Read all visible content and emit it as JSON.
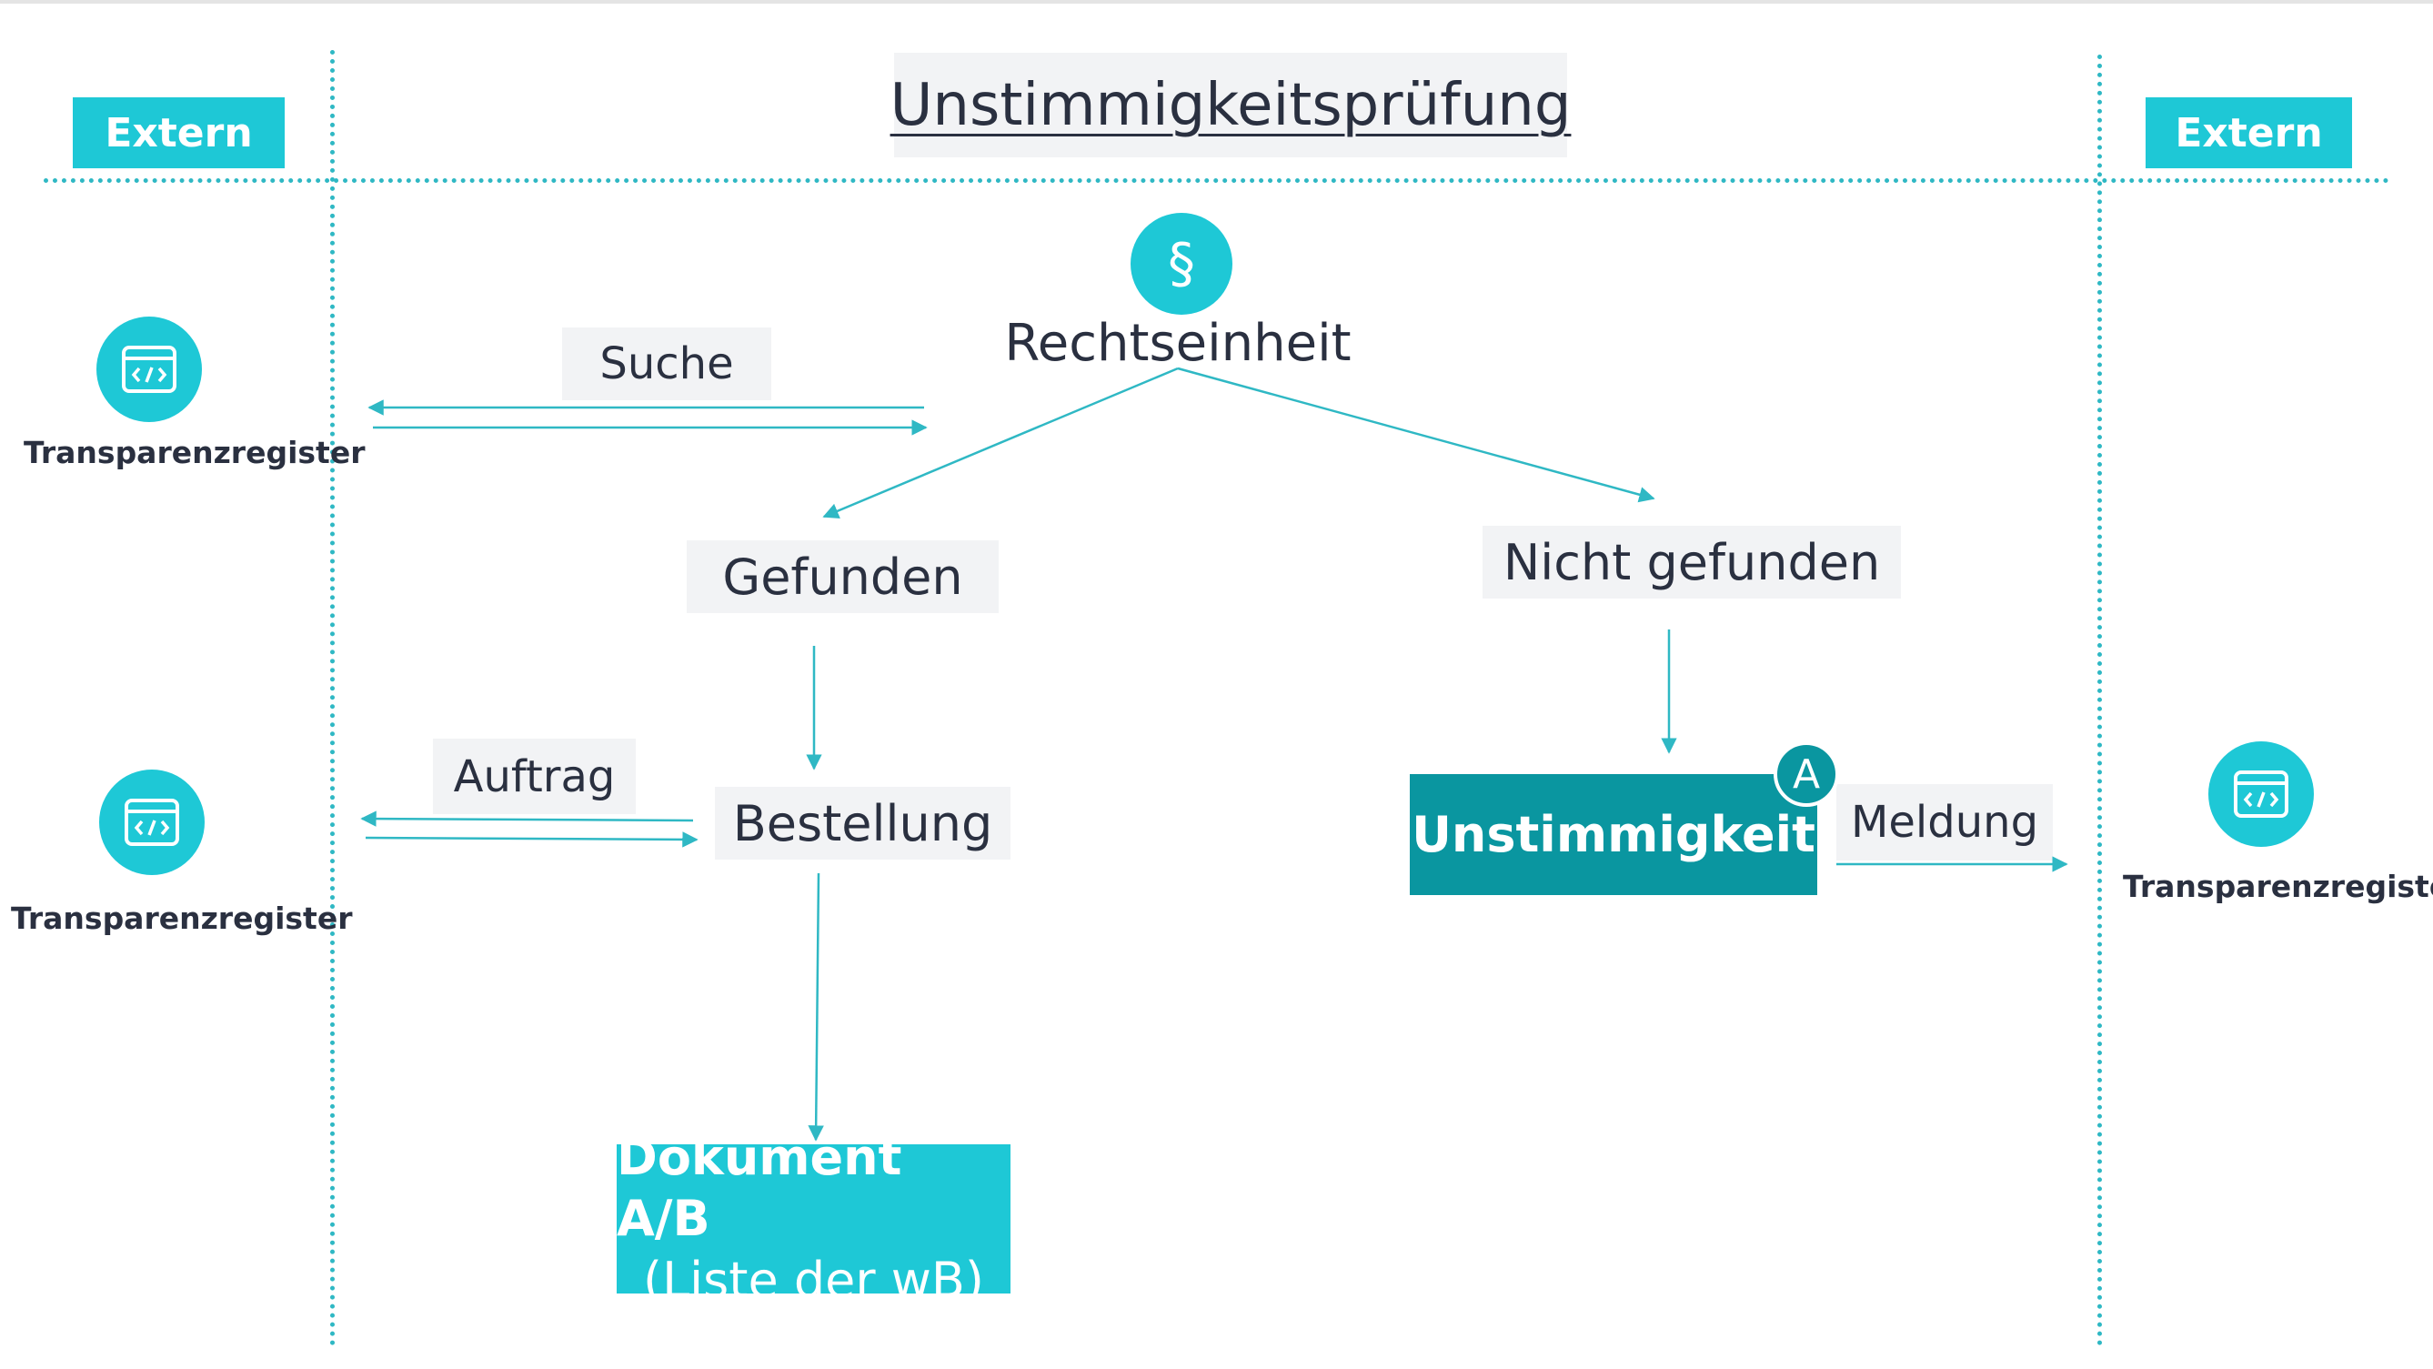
{
  "title": "Unstimmigkeitsprüfung",
  "lanes": {
    "left_label": "Extern",
    "right_label": "Extern"
  },
  "registers": {
    "top_left": "Transparenzregister",
    "bottom_left": "Transparenzregister",
    "right": "Transparenzregister"
  },
  "nodes": {
    "paragraph_symbol": "§",
    "rechtseinheit": "Rechtseinheit",
    "gefunden": "Gefunden",
    "nicht_gefunden": "Nicht gefunden",
    "bestellung": "Bestellung",
    "unstimmigkeit": "Unstimmigkeit",
    "unstimmigkeit_badge": "A",
    "dokument_line1": "Dokument A/B",
    "dokument_line2": "(Liste der wB)"
  },
  "edges": {
    "suche": "Suche",
    "auftrag": "Auftrag",
    "meldung": "Meldung"
  },
  "colors": {
    "accent": "#1ec8d6",
    "accent_dark": "#0a96a0",
    "label_bg": "#f2f3f5",
    "text": "#2a3040"
  },
  "icons": {
    "register": "code-window-icon"
  }
}
